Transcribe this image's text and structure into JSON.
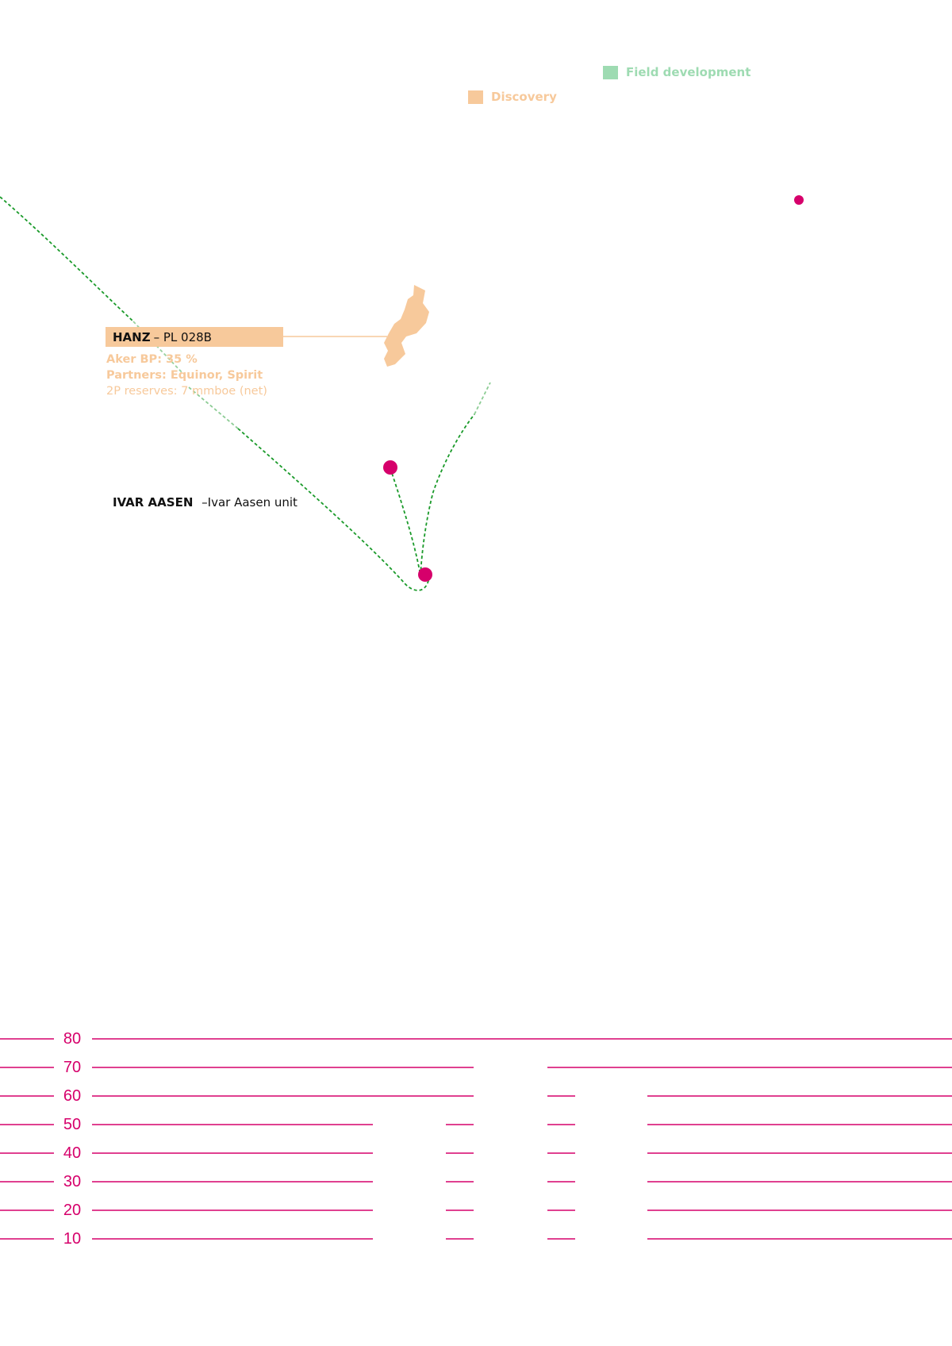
{
  "colors": {
    "field_development": "#9edbb2",
    "discovery": "#f7c99b",
    "pipeline": "#1a9a2a",
    "well": "#d6006b",
    "depth_line": "#d6006b",
    "label_text": "#111111"
  },
  "legend": [
    {
      "label": "Field development",
      "color": "#9edbb2"
    },
    {
      "label": "Discovery",
      "color": "#f7c99b"
    }
  ],
  "hanz": {
    "name": "HANZ",
    "license": "– PL 028B",
    "ownership": "Aker BP: 35 %",
    "partners": "Partners: Equinor, Spirit",
    "reserves": "2P reserves: 7 mmboe (net)"
  },
  "ivar_aasen": {
    "name": "IVAR AASEN",
    "unit": "–Ivar Aasen unit"
  },
  "depth_scale": {
    "unit_values": [
      "80",
      "70",
      "60",
      "50",
      "40",
      "30",
      "20",
      "10"
    ]
  }
}
